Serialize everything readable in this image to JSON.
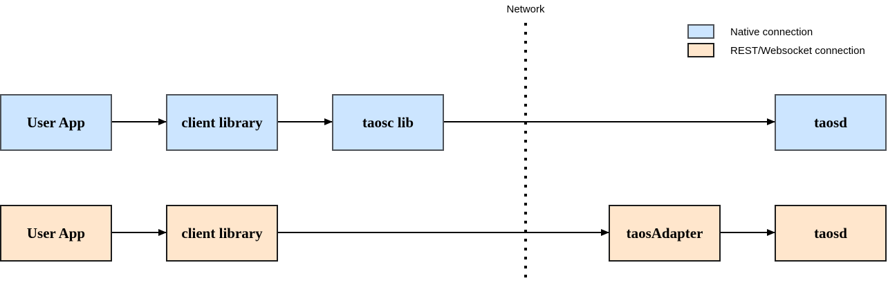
{
  "network_label": "Network",
  "legend": {
    "native_label": "Native connection",
    "rest_label": "REST/Websocket connection"
  },
  "native_row": {
    "user_app": "User App",
    "client_library": "client library",
    "taosc_lib": "taosc lib",
    "taosd": "taosd"
  },
  "rest_row": {
    "user_app": "User App",
    "client_library": "client library",
    "taos_adapter": "taosAdapter",
    "taosd": "taosd"
  },
  "colors": {
    "native_fill": "#CCE5FF",
    "native_border": "#4D5157",
    "rest_fill": "#FFE6CC",
    "rest_border": "#1A1A1A",
    "arrow": "#000000",
    "text": "#000000"
  }
}
